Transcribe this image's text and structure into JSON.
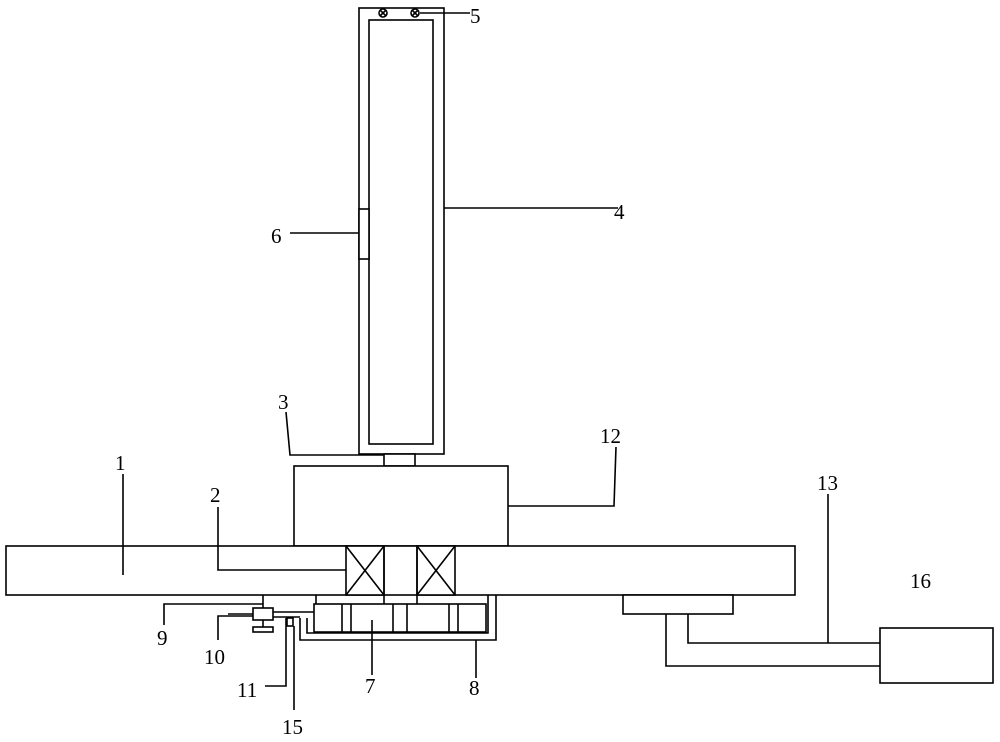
{
  "labels": {
    "l1": "1",
    "l2": "2",
    "l3": "3",
    "l4": "4",
    "l5": "5",
    "l6": "6",
    "l7": "7",
    "l8": "8",
    "l9": "9",
    "l10": "10",
    "l11": "11",
    "l12": "12",
    "l13": "13",
    "l15": "15",
    "l16": "16"
  },
  "colors": {
    "stroke": "#000000",
    "background": "#ffffff"
  }
}
